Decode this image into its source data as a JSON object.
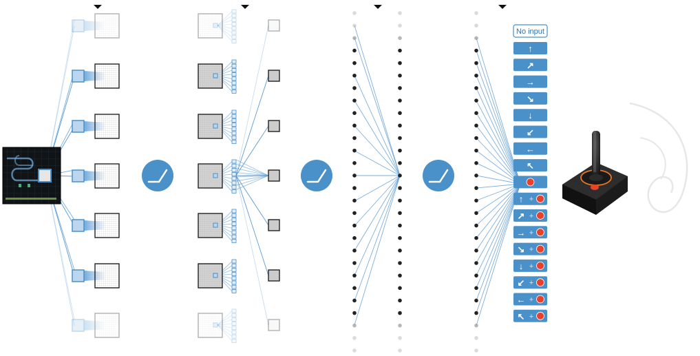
{
  "colors": {
    "accent": "#4a90c9",
    "accent_dark": "#2f73ad",
    "line": "#5b9bd5",
    "node_dark": "#222222",
    "node_light": "#cccccc",
    "fire": "#e8412c",
    "joystick_ring": "#e87722"
  },
  "actions": {
    "no_input_label": "No input",
    "buttons": [
      {
        "name": "up",
        "glyph": "↑",
        "fire": false
      },
      {
        "name": "up-right",
        "glyph": "↗",
        "fire": false
      },
      {
        "name": "right",
        "glyph": "→",
        "fire": false
      },
      {
        "name": "down-right",
        "glyph": "↘",
        "fire": false
      },
      {
        "name": "down",
        "glyph": "↓",
        "fire": false
      },
      {
        "name": "down-left",
        "glyph": "↙",
        "fire": false
      },
      {
        "name": "left",
        "glyph": "←",
        "fire": false
      },
      {
        "name": "up-left",
        "glyph": "↖",
        "fire": false
      },
      {
        "name": "fire",
        "glyph": "",
        "fire": true
      },
      {
        "name": "up-fire",
        "glyph": "↑",
        "fire": true
      },
      {
        "name": "up-right-fire",
        "glyph": "↗",
        "fire": true
      },
      {
        "name": "right-fire",
        "glyph": "→",
        "fire": true
      },
      {
        "name": "down-right-fire",
        "glyph": "↘",
        "fire": true
      },
      {
        "name": "down-fire",
        "glyph": "↓",
        "fire": true
      },
      {
        "name": "down-left-fire",
        "glyph": "↙",
        "fire": true
      },
      {
        "name": "left-fire",
        "glyph": "←",
        "fire": true
      },
      {
        "name": "up-left-fire",
        "glyph": "↖",
        "fire": true
      }
    ],
    "plus": "+"
  },
  "icons": {
    "activation": "relu-icon",
    "controller": "joystick-icon",
    "marker": "triangle-down-icon"
  }
}
